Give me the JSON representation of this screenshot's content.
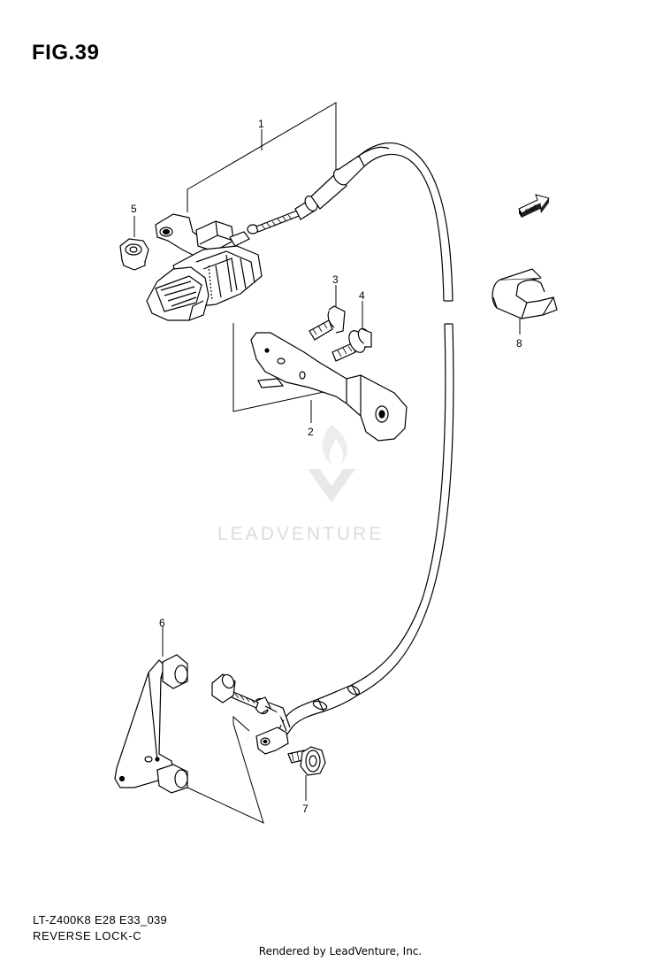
{
  "figure": {
    "title": "FIG.39",
    "model_code": "LT-Z400K8 E28 E33_039",
    "section_name": "REVERSE LOCK-C",
    "credit": "Rendered by LeadVenture, Inc."
  },
  "watermark": {
    "text": "LEADVENTURE"
  },
  "direction_marker": {
    "text": "FWD"
  },
  "callouts": [
    "1",
    "2",
    "3",
    "4",
    "5",
    "6",
    "7",
    "8"
  ]
}
